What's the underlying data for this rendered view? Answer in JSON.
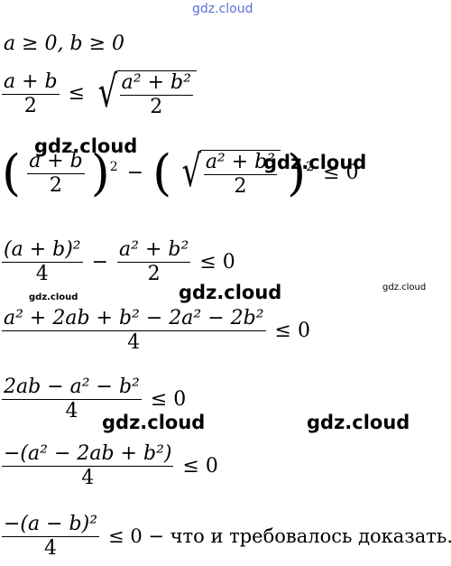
{
  "watermarks": {
    "top": "gdz.cloud",
    "w1": "gdz.cloud",
    "w2": "gdz.cloud",
    "w3": "gdz.cloud",
    "w4": "gdz.cloud",
    "w5": "gdz.cloud",
    "w6": "gdz.cloud",
    "w7": "gdz.cloud"
  },
  "lines": {
    "l1": "a ≥ 0,        b ≥ 0",
    "l2_num": "a + b",
    "l2_den": "2",
    "l2_rel": "≤",
    "l2_rad_num": "a² + b²",
    "l2_rad_den": "2",
    "l3_num": "a + b",
    "l3_den": "2",
    "l3_minus": "−",
    "l3_rad_num": "a² + b²",
    "l3_rad_den": "2",
    "l3_rel": "≤ 0",
    "l4_num1": "(a + b)²",
    "l4_den1": "4",
    "l4_minus": "−",
    "l4_num2": "a² + b²",
    "l4_den2": "2",
    "l4_rel": "≤ 0",
    "l5_num": "a² + 2ab + b² − 2a² − 2b²",
    "l5_den": "4",
    "l5_rel": "≤ 0",
    "l6_num": "2ab − a² − b²",
    "l6_den": "4",
    "l6_rel": "≤ 0",
    "l7_num": "−(a² − 2ab + b²)",
    "l7_den": "4",
    "l7_rel": "≤ 0",
    "l8_num": "−(a − b)²",
    "l8_den": "4",
    "l8_rel": "≤ 0 − что и требовалось доказать."
  }
}
